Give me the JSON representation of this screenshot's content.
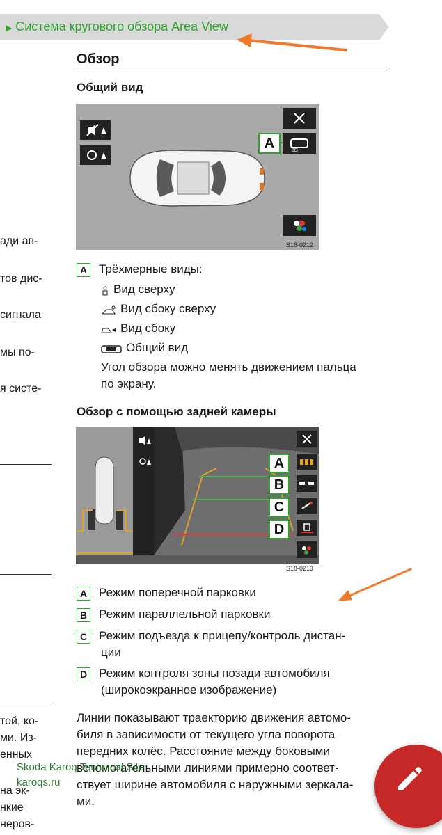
{
  "header": {
    "title": "Система кругового обзора Area View"
  },
  "section": {
    "title": "Обзор",
    "subtitle1": "Общий вид",
    "figure1_code": "S18-0212",
    "figure1_letter": "A",
    "legend1": {
      "tag": "A",
      "label": "Трёхмерные виды:",
      "items": [
        "Вид сверху",
        "Вид сбоку сверху",
        "Вид сбоку",
        "Общий вид"
      ],
      "note_line1": "Угол обзора можно менять движением пальца",
      "note_line2": "по экрану."
    },
    "subtitle2": "Обзор с помощью задней камеры",
    "figure2_code": "S18-0213",
    "figure2_letters": [
      "A",
      "B",
      "C",
      "D"
    ],
    "legend2": [
      {
        "tag": "A",
        "lines": [
          "Режим поперечной парковки"
        ]
      },
      {
        "tag": "B",
        "lines": [
          "Режим параллельной парковки"
        ]
      },
      {
        "tag": "C",
        "lines": [
          "Режим подъезда к прицепу/контроль дистан-",
          "ции"
        ]
      },
      {
        "tag": "D",
        "lines": [
          "Режим контроля зоны позади автомобиля",
          "(широкоэкранное изображение)"
        ]
      }
    ],
    "paragraph": [
      "Линии показывают траекторию движения автомо-",
      "биля в зависимости от текущего угла поворота",
      "передних колёс. Расстояние между боковыми",
      "вспомогательными линиями примерно соответ-",
      "ствует ширине автомобиля с наружными зеркала-",
      "ми."
    ]
  },
  "left_column": [
    "ади ав-",
    "тов дис-",
    "сигнала",
    "мы по-",
    "я систе-",
    "той, ко-",
    "ми. Из-",
    "енных",
    "на эк-",
    "нкие",
    "неров-"
  ],
  "watermark": {
    "line1": "Skoda Karoq Technical Site",
    "line2": "karoqs.ru"
  },
  "colors": {
    "accent": "#2ea32e",
    "annotation_arrow": "#f07a2a",
    "fab": "#c62828"
  }
}
